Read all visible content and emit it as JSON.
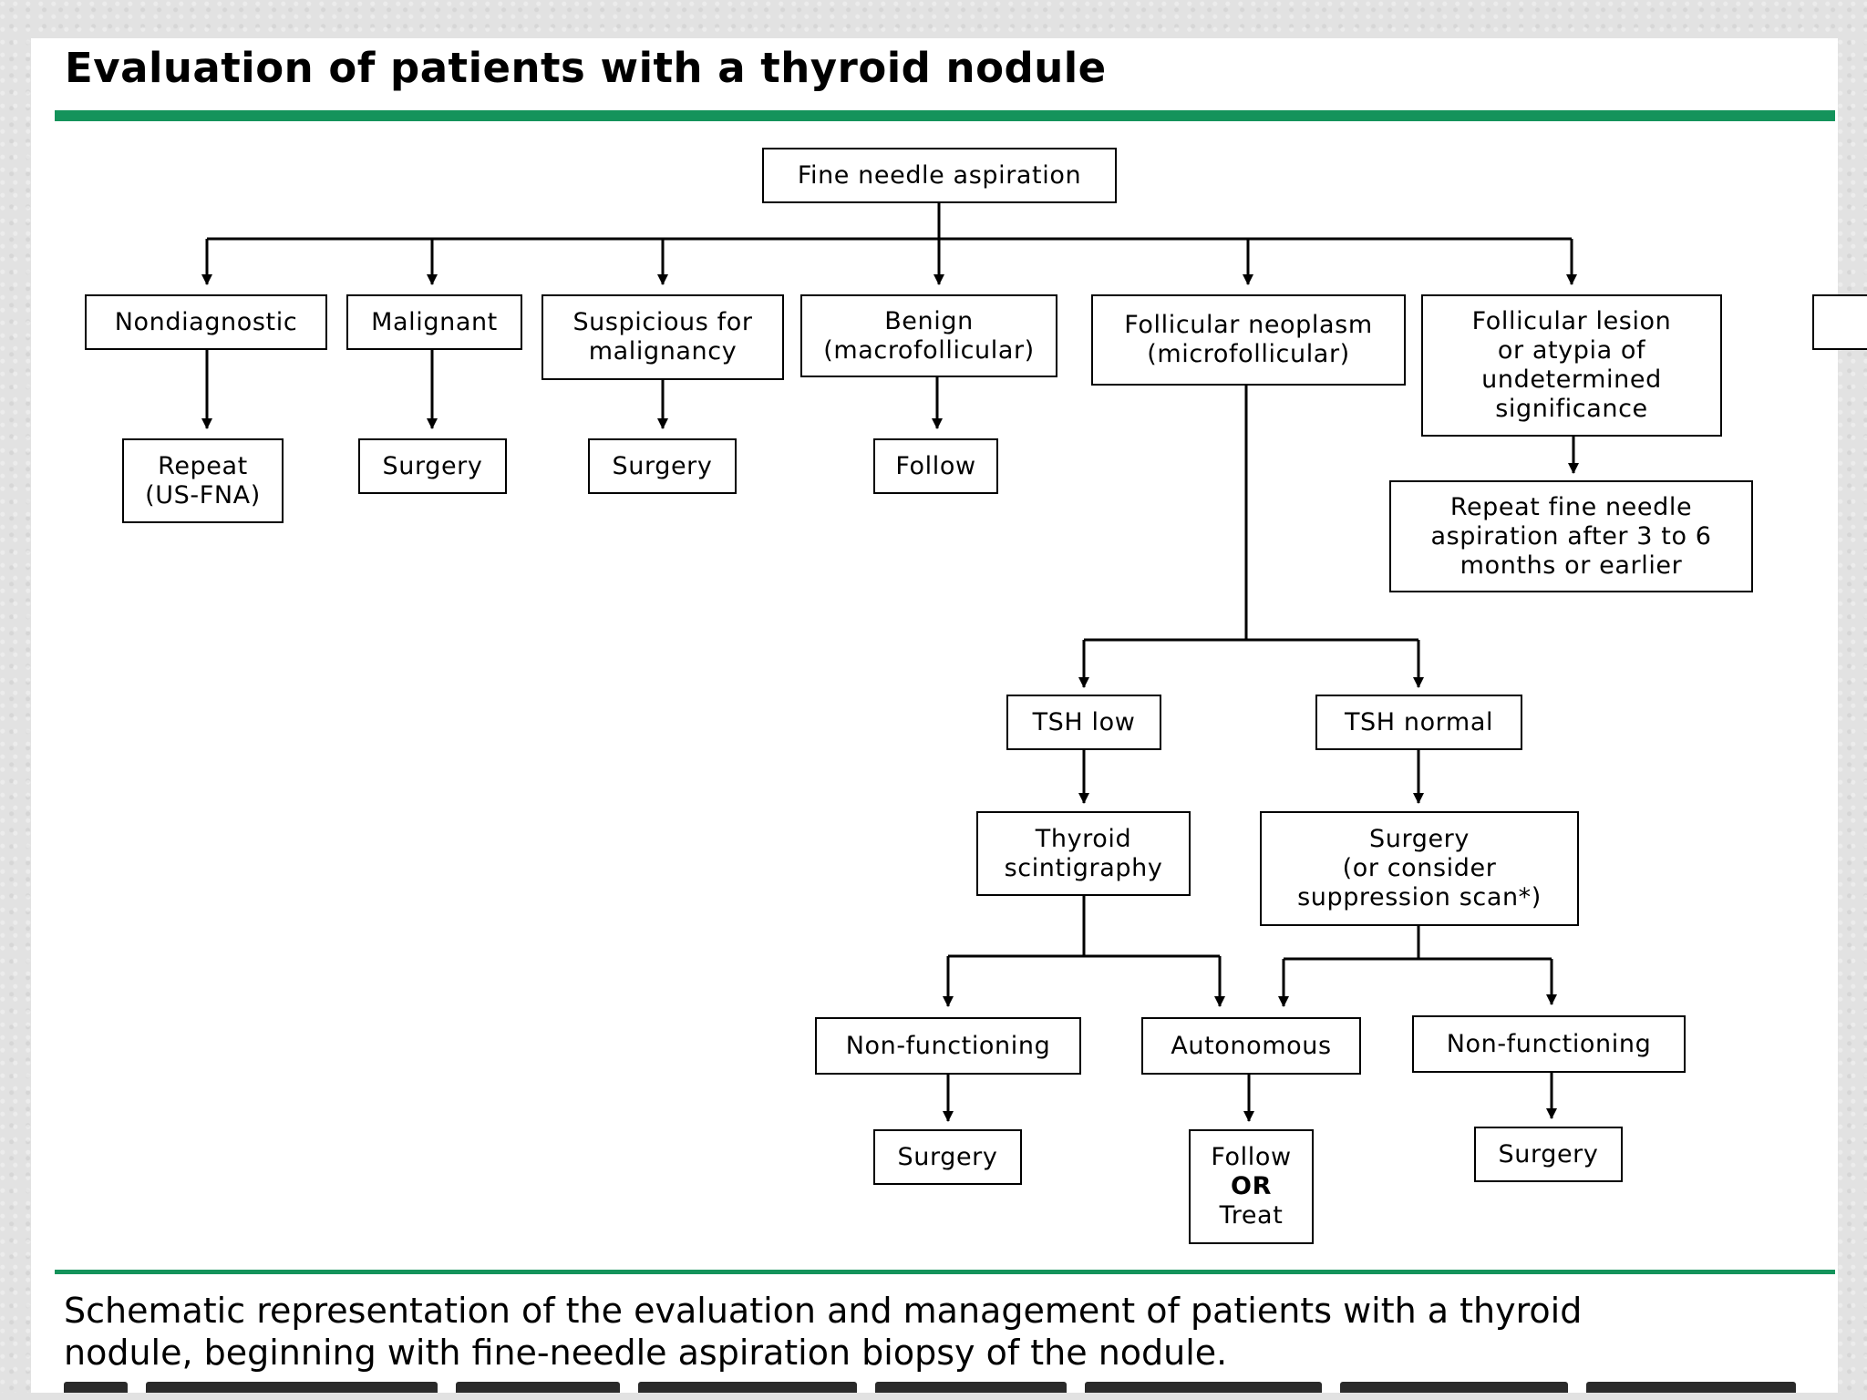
{
  "title": "Evaluation of patients with a thyroid nodule",
  "nodes": {
    "fna": "Fine needle aspiration",
    "nondiagnostic": "Nondiagnostic",
    "malignant": "Malignant",
    "suspicious": "Suspicious for\nmalignancy",
    "benign": "Benign\n(macrofollicular)",
    "follicular_neoplasm": "Follicular neoplasm\n(microfollicular)",
    "follicular_lesion": "Follicular lesion\nor atypia of\nundetermined\nsignificance",
    "repeat_usfna": "Repeat\n(US-FNA)",
    "surgery_malignant": "Surgery",
    "surgery_suspicious": "Surgery",
    "follow_benign": "Follow",
    "repeat_fna_later": "Repeat fine needle\naspiration after 3 to 6\nmonths or earlier",
    "tsh_low": "TSH low",
    "tsh_normal": "TSH normal",
    "thyroid_scintigraphy": "Thyroid\nscintigraphy",
    "surgery_or_scan": "Surgery\n(or consider\nsuppression scan*)",
    "non_functioning_left": "Non-functioning",
    "autonomous": "Autonomous",
    "non_functioning_right": "Non-functioning",
    "surgery_nf_left": "Surgery",
    "follow_or_treat": {
      "line1": "Follow",
      "line2": "OR",
      "line3": "Treat"
    },
    "surgery_nf_right": "Surgery"
  },
  "caption": {
    "line1": "Schematic representation of the evaluation and management of patients with a thyroid",
    "line2": "nodule, beginning with fine-needle aspiration biopsy of the nodule."
  },
  "colors": {
    "accent_green": "#14935b",
    "line": "#000000",
    "panel": "#ffffff",
    "background": "#e2e2e2"
  }
}
